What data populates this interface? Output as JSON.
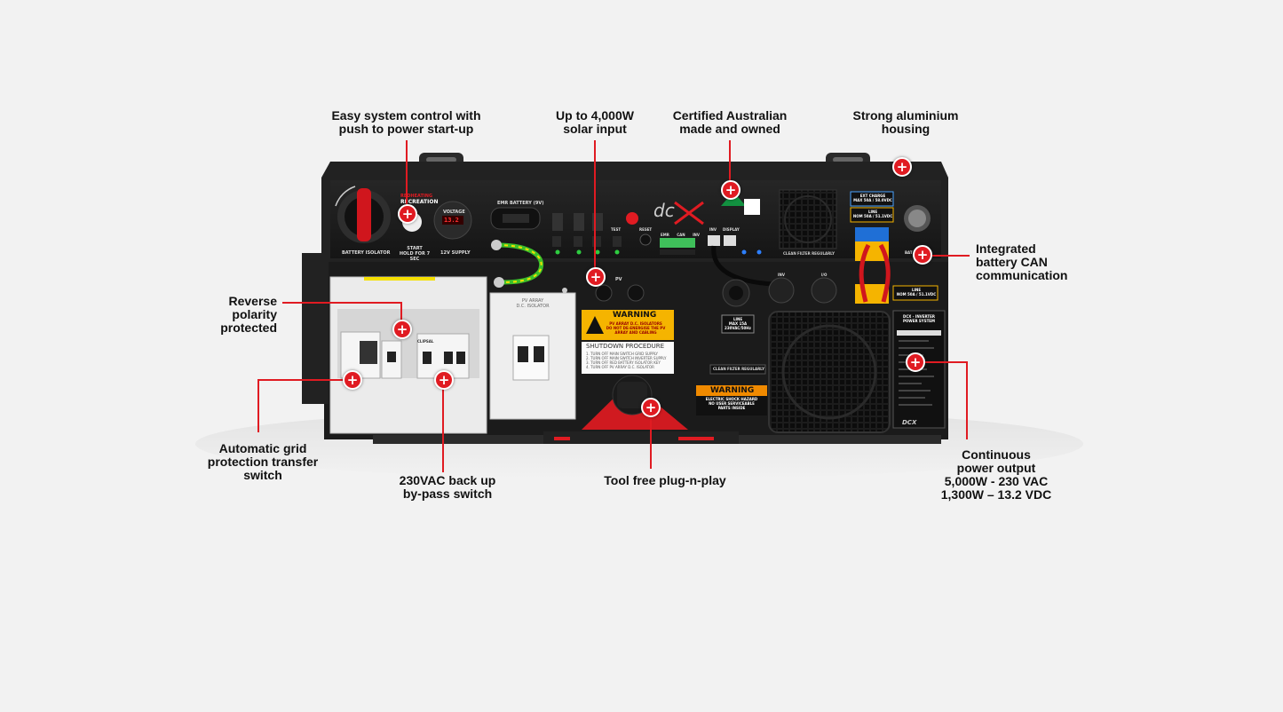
{
  "colors": {
    "accent": "#e01b22",
    "housing": "#1a1a1a",
    "background": "#f2f2f2",
    "warning": "#f5b400"
  },
  "callouts": {
    "easy_control": [
      "Easy system control with",
      "push to power start-up"
    ],
    "solar": [
      "Up to 4,000W",
      "solar input"
    ],
    "certified": [
      "Certified Australian",
      "made and owned"
    ],
    "housing": [
      "Strong aluminium",
      "housing"
    ],
    "can": [
      "Integrated",
      "battery CAN",
      "communication"
    ],
    "reverse": [
      "Reverse",
      "polarity",
      "protected"
    ],
    "grid": [
      "Automatic grid",
      "protection transfer",
      "switch"
    ],
    "bypass": [
      "230VAC back up",
      "by-pass switch"
    ],
    "plug": [
      "Tool free plug-n-play"
    ],
    "output": [
      "Continuous",
      "power output",
      "5,000W - 230 VAC",
      "1,300W – 13.2 VDC"
    ]
  },
  "hotspot_symbol": "+",
  "device": {
    "brand": "DCX",
    "battery_isolator": "BATTERY ISOLATOR",
    "start_label": [
      "START",
      "HOLD FOR 7 SEC"
    ],
    "supply_label": "12V SUPPLY",
    "voltage_label": "VOLTAGE",
    "voltage_reading": "13.2",
    "emr_battery": "EMR BATTERY (9V)",
    "test": "TEST",
    "reset": "RESET",
    "ports": [
      "EMR",
      "CAN",
      "INV"
    ],
    "inv": "INV",
    "display": "DISPLAY",
    "clean_filter": "CLEAN FILTER REGULARLY",
    "ext_charge": [
      "EXT CHARGE",
      "MAX 50A / 58.0VDC"
    ],
    "line_top": [
      "LINE",
      "NOM 50A / 51.1VDC"
    ],
    "pv_array": [
      "PV ARRAY",
      "D.C. ISOLATOR"
    ],
    "pv": "PV",
    "warning_title": "WARNING",
    "warning_text": [
      "PV ARRAY D.C. ISOLATORS",
      "DO NOT DE-ENERGISE THE PV",
      "ARRAY AND CABLING"
    ],
    "shutdown_title": "SHUTDOWN PROCEDURE",
    "shutdown_steps": [
      "1. TURN OFF MAIN SWITCH GRID SUPPLY",
      "2. TURN OFF MAIN SWITCH INVERTER SUPPLY",
      "3. TURN OFF RED BATTERY ISOLATOR KEY",
      "4. TURN OFF PV ARRAY D.C. ISOLATOR"
    ],
    "shock_title": "WARNING",
    "shock_text": [
      "ELECTRIC SHOCK HAZARD",
      "NO USER SERVICEABLE",
      "PARTS INSIDE"
    ],
    "line_max": [
      "LINE",
      "MAX 15A",
      "230VAC/50Hz"
    ],
    "io": "I/O",
    "inverter_title": [
      "DCX - INVERTER",
      "POWER SYSTEM"
    ],
    "line_bottom": [
      "LINE",
      "NOM 50A / 51.1VDC"
    ],
    "breaker_brand": "CLIPSAL",
    "bat": "BAT"
  }
}
